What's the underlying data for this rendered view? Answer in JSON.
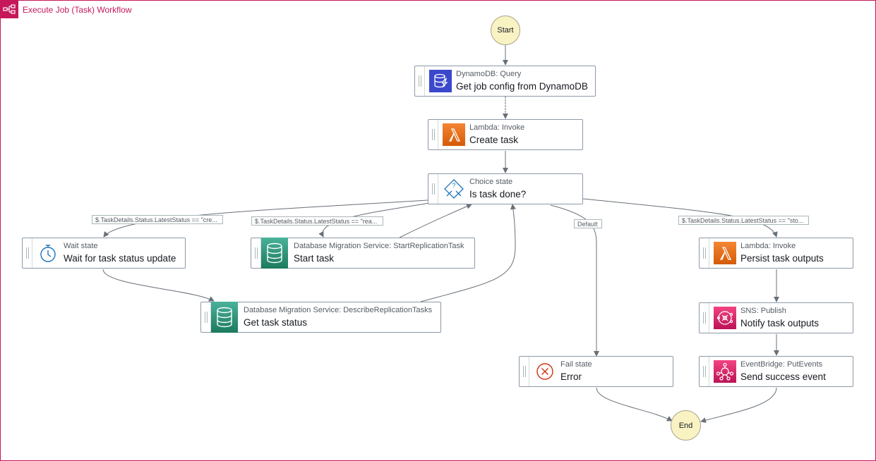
{
  "workflow": {
    "title": "Execute Job (Task) Workflow"
  },
  "terminals": {
    "start": "Start",
    "end": "End"
  },
  "nodes": {
    "get_job_config": {
      "type": "DynamoDB: Query",
      "name": "Get job config from DynamoDB",
      "icon": "dynamodb-icon"
    },
    "create_task": {
      "type": "Lambda: Invoke",
      "name": "Create task",
      "icon": "lambda-icon"
    },
    "is_task_done": {
      "type": "Choice state",
      "name": "Is task done?",
      "icon": "choice-icon"
    },
    "wait": {
      "type": "Wait state",
      "name": "Wait for task status update",
      "icon": "stopwatch-icon"
    },
    "start_task": {
      "type": "Database Migration Service: StartReplicationTask",
      "name": "Start task",
      "icon": "database-icon"
    },
    "get_task_status": {
      "type": "Database Migration Service: DescribeReplicationTasks",
      "name": "Get task status",
      "icon": "database-icon"
    },
    "error": {
      "type": "Fail state",
      "name": "Error",
      "icon": "fail-icon"
    },
    "persist": {
      "type": "Lambda: Invoke",
      "name": "Persist task outputs",
      "icon": "lambda-icon"
    },
    "notify": {
      "type": "SNS: Publish",
      "name": "Notify task outputs",
      "icon": "sns-icon"
    },
    "send_event": {
      "type": "EventBridge: PutEvents",
      "name": "Send success event",
      "icon": "eventbridge-icon"
    }
  },
  "edge_labels": {
    "creating": "$.TaskDetails.Status.LatestStatus == \"cre...",
    "ready": "$.TaskDetails.Status.LatestStatus == \"rea...",
    "default": "Default",
    "stopped": "$.TaskDetails.Status.LatestStatus == \"sto..."
  },
  "colors": {
    "frame": "#c7175b",
    "dynamodb": "#3b48cc",
    "lambda": "#e7690f",
    "dms": "#2b8a6e",
    "sns": "#d81b60",
    "eventbridge": "#d81b60",
    "choice": "#1f73b7",
    "fail": "#d13212",
    "edge": "#687078"
  }
}
